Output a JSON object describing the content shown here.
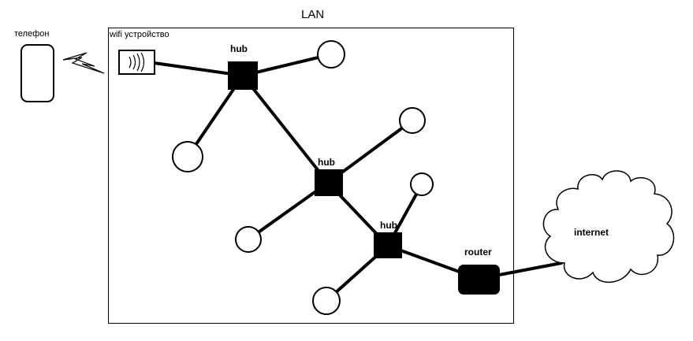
{
  "diagram": {
    "title": "LAN",
    "phone_label": "телефон",
    "wifi_label": "wifi устройство",
    "hub_label": "hub",
    "router_label": "router",
    "internet_label": "internet"
  }
}
